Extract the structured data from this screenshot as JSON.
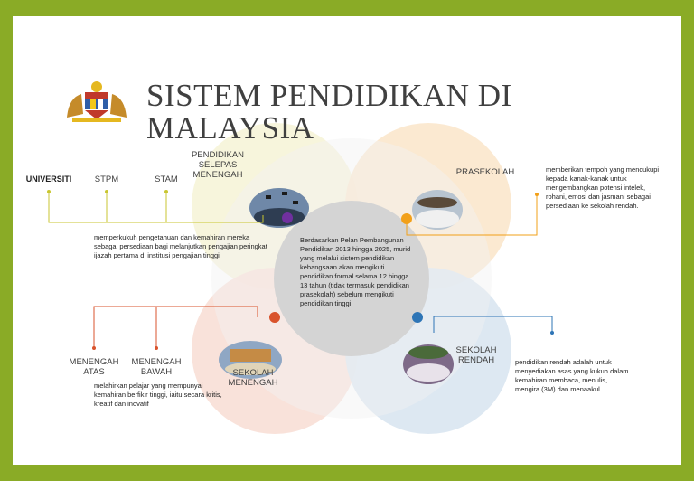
{
  "title": "SISTEM PENDIDIKAN DI MALAYSIA",
  "center_text": "Berdasarkan Pelan Pembangunan Pendidikan 2013 hingga 2025, murid yang melalui sistem pendidikan kebangsaan akan mengikuti pendidikan formal selama 12 hingga 13 tahun (tidak termasuk pendidikan prasekolah) sebelum mengikuti pendidikan tinggi",
  "stages": {
    "prasekolah": {
      "label": "PRASEKOLAH",
      "desc": "memberikan tempoh yang mencukupi kepada kanak-kanak untuk mengembangkan potensi intelek, rohani, emosi dan jasmani sebagai persediaan ke sekolah rendah."
    },
    "sekolah_rendah": {
      "label": "SEKOLAH RENDAH",
      "desc": "pendidikan rendah adalah untuk menyediakan asas yang kukuh dalam kemahiran membaca, menulis, mengira (3M) dan menaakul."
    },
    "sekolah_menengah": {
      "label": "SEKOLAH MENENGAH",
      "desc": "melahirkan pelajar yang mempunyai kemahiran berfikir tinggi, iaitu secara kritis, kreatif dan inovatif",
      "sub": [
        "MENENGAH ATAS",
        "MENENGAH BAWAH"
      ]
    },
    "selepas_menengah": {
      "label": "PENDIDIKAN SELEPAS MENENGAH",
      "desc": "memperkukuh pengetahuan dan kemahiran mereka sebagai persediaan bagi melanjutkan pengajian peringkat ijazah pertama di institusi pengajian tinggi",
      "sub": [
        "UNIVERSITI",
        "STPM",
        "STAM"
      ]
    }
  },
  "colors": {
    "background": "#8aab26",
    "purple": "#7030a0",
    "orange": "#f2a019",
    "red": "#d9532c",
    "blue": "#2e75b6",
    "yellow_line": "#c9c630",
    "center_circle": "#d4d4d4"
  },
  "icons": [
    "malaysia-coat-of-arms-icon"
  ]
}
